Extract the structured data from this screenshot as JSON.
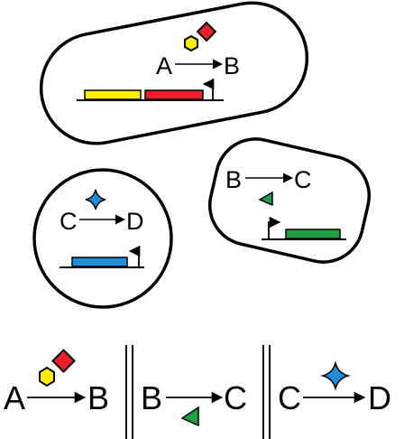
{
  "colors": {
    "outline": "#000000",
    "yellow": "#ffee00",
    "red": "#e8202a",
    "green": "#1ea044",
    "blue": "#1e8fd6",
    "background": "#ffffff"
  },
  "cells": {
    "cell1": {
      "reaction": {
        "from": "A",
        "to": "B"
      },
      "enzyme": "yellow-hexagon-red-diamond",
      "genes": [
        "yellow-gene",
        "red-gene"
      ]
    },
    "cell2": {
      "reaction": {
        "from": "B",
        "to": "C"
      },
      "enzyme": "green-triangle",
      "genes": [
        "green-gene"
      ]
    },
    "cell3": {
      "reaction": {
        "from": "C",
        "to": "D"
      },
      "enzyme": "blue-star",
      "genes": [
        "blue-gene"
      ]
    }
  },
  "summary": [
    {
      "from": "A",
      "to": "B",
      "enzyme": "yellow-hexagon-red-diamond"
    },
    {
      "from": "B",
      "to": "C",
      "enzyme": "green-triangle"
    },
    {
      "from": "C",
      "to": "D",
      "enzyme": "blue-star"
    }
  ]
}
